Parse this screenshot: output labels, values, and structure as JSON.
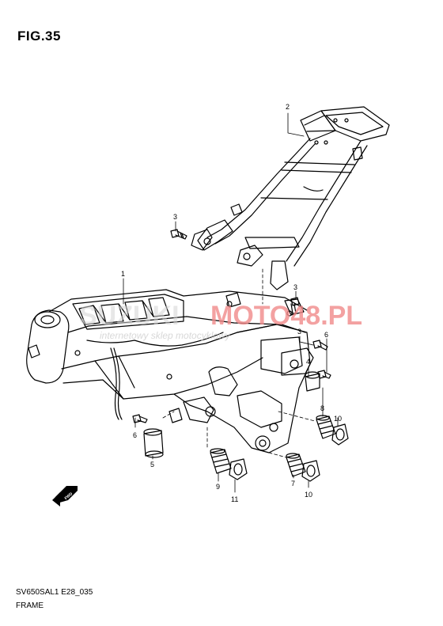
{
  "figure": {
    "title": "FIG.35",
    "model_code": "SV650SAL1 E28_035",
    "name": "FRAME"
  },
  "watermark": {
    "brand_left": "SUZUKI",
    "brand_right": "MOTO48.PL",
    "tagline": "internetowy sklep motocyklowy",
    "brand_right_color": "#f08a8a"
  },
  "direction_badge": {
    "label": "FWD",
    "icon": "fwd-arrow-icon"
  },
  "callouts": [
    {
      "id": "c1",
      "label": "1"
    },
    {
      "id": "c2",
      "label": "2"
    },
    {
      "id": "c3a",
      "label": "3"
    },
    {
      "id": "c3b",
      "label": "3"
    },
    {
      "id": "c3c",
      "label": "3"
    },
    {
      "id": "c4",
      "label": "4"
    },
    {
      "id": "c5",
      "label": "5"
    },
    {
      "id": "c6a",
      "label": "6"
    },
    {
      "id": "c6b",
      "label": "6"
    },
    {
      "id": "c7",
      "label": "7"
    },
    {
      "id": "c8",
      "label": "8"
    },
    {
      "id": "c9",
      "label": "9"
    },
    {
      "id": "c10a",
      "label": "10"
    },
    {
      "id": "c10b",
      "label": "10"
    },
    {
      "id": "c11",
      "label": "11"
    }
  ]
}
